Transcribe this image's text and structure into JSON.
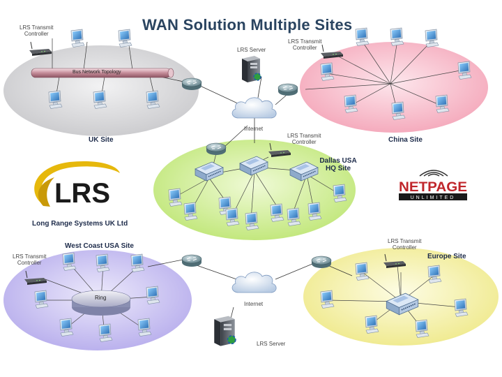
{
  "title": "WAN Solution Multiple Sites",
  "sites": {
    "uk": "UK Site",
    "china": "China Site",
    "dallas": "Dallas USA HQ Site",
    "westcoast": "West Coast USA Site",
    "europe": "Europe Site"
  },
  "labels": {
    "transmit_controller_line1": "LRS Transmit",
    "transmit_controller_line2": "Controller",
    "bus": "Bus Network Topology",
    "ring": "Ring",
    "internet": "Internet",
    "server": "LRS Server",
    "company": "Long Range Systems UK Ltd"
  },
  "logos": {
    "lrs": "LRS",
    "netpage": "NETPAGE",
    "netpage_sub": "UNLIMITED"
  },
  "colors": {
    "uk": "#d6d6d8",
    "china": "#f7b8c6",
    "dallas": "#cbeb8a",
    "westcoast": "#c9c2ee",
    "europe": "#f4f0a6",
    "title": "#2a4460",
    "netpage_red": "#c0262b"
  }
}
